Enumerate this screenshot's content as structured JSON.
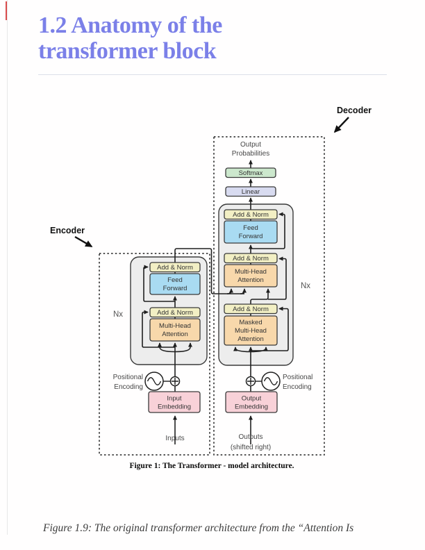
{
  "page": {
    "heading_line1": "1.2 Anatomy of the",
    "heading_line2": "transformer block",
    "bottom_caption": "Figure 1.9: The original transformer architecture from the “Attention Is"
  },
  "colors": {
    "heading_accent": "#7b80e8",
    "accent_red": "#da4b4c",
    "add_norm_yellow": "#f2efc4",
    "feed_forward_blue": "#a9dbf2",
    "attention_orange": "#f8d8ab",
    "softmax_green": "#cce8cd",
    "linear_lavender": "#d8dbf0",
    "embedding_pink": "#f8d1d8",
    "stack_grey": "#ededed"
  },
  "diagram": {
    "encoder_label": "Encoder",
    "decoder_label": "Decoder",
    "output_probabilities_line1": "Output",
    "output_probabilities_line2": "Probabilities",
    "softmax": "Softmax",
    "linear": "Linear",
    "add_norm": "Add & Norm",
    "feed_forward_line1": "Feed",
    "feed_forward_line2": "Forward",
    "multi_head_line1": "Multi-Head",
    "multi_head_line2": "Attention",
    "masked_line1": "Masked",
    "masked_line2": "Multi-Head",
    "masked_line3": "Attention",
    "nx": "Nx",
    "positional_line1": "Positional",
    "positional_line2": "Encoding",
    "input_embedding_line1": "Input",
    "input_embedding_line2": "Embedding",
    "output_embedding_line1": "Output",
    "output_embedding_line2": "Embedding",
    "inputs": "Inputs",
    "outputs_line1": "Outputs",
    "outputs_line2": "(shifted right)",
    "figure_caption": "Figure 1: The Transformer - model architecture."
  }
}
